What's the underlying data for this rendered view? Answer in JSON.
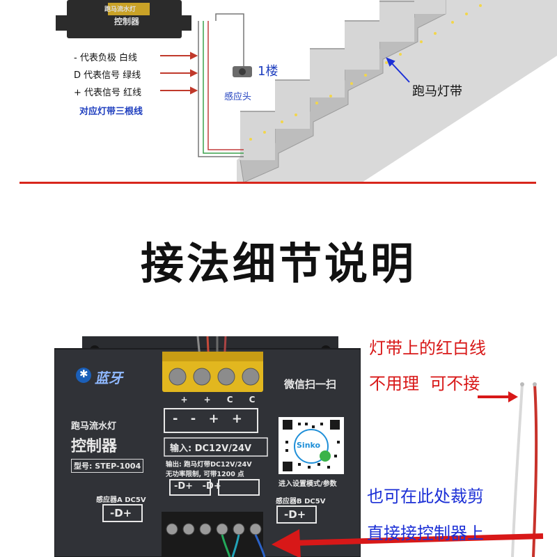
{
  "top_diagram": {
    "controller_label_1": "跑马流水灯",
    "controller_label_2": "控制器",
    "legend": [
      {
        "symbol": "-",
        "text": "代表负极 白线"
      },
      {
        "symbol": "D",
        "text": "代表信号 绿线"
      },
      {
        "symbol": "+",
        "text": "代表信号 红线"
      }
    ],
    "legend_note": "对应灯带三根线",
    "sensor_label": "感应头",
    "floor_label": "1楼",
    "strip_label": "跑马灯带"
  },
  "headline": "接法细节说明",
  "controller": {
    "bluetooth_label": "蓝牙",
    "wechat_scan": "微信扫一扫",
    "title_small": "跑马流水灯",
    "title_big": "控制器",
    "model": "型号: STEP-1004",
    "terminal_polarity": "- - + +",
    "input_spec": "输入: DC12V/24V",
    "output_line_1": "输出: 跑马灯带DC12V/24V",
    "output_line_2": "无功率限制, 可带1200 点",
    "output_ports": "-D+   -D+",
    "qr_brand": "Sinko",
    "qr_caption": "进入设置模式/参数",
    "sensor_a": "感应器A DC5V",
    "sensor_b": "感应器B DC5V",
    "sensor_a_ports": "-D+",
    "sensor_b_ports": "-D+",
    "screw_marks": [
      "+",
      "+",
      "C",
      "C"
    ]
  },
  "notes": {
    "red_line_1": "灯带上的红白线",
    "red_line_2": "不用理  可不接",
    "blue_line_1": "也可在此处裁剪",
    "blue_line_2": "直接接控制器上"
  },
  "colors": {
    "accent_red": "#d81818",
    "accent_blue": "#1b2fd6",
    "divider_red": "#d8261c",
    "panel_dark": "#2e3035"
  }
}
